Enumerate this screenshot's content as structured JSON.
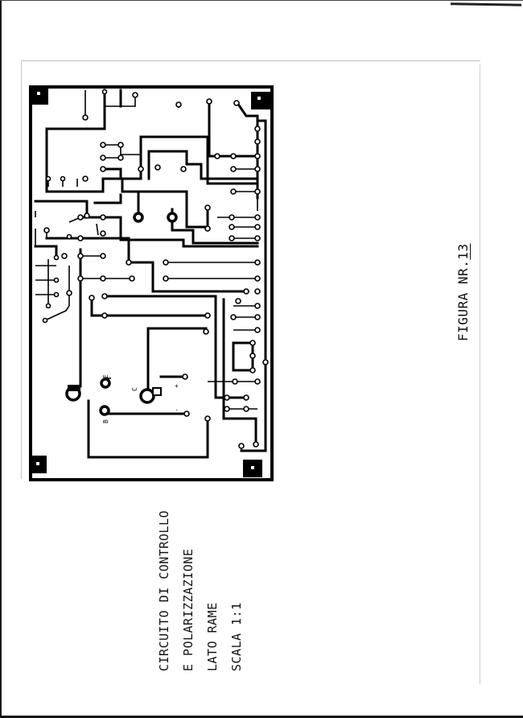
{
  "caption": {
    "line1": "CIRCUITO DI CONTROLLO",
    "line2": "E POLARIZZAZIONE",
    "line3": "LATO RAME",
    "line4": "SCALA 1:1"
  },
  "figure": {
    "prefix": "FIGURA NR.",
    "number": "13"
  },
  "board_labels": {
    "emitter": "E",
    "collector": "C",
    "base": "B",
    "plus": "+",
    "minus": "-"
  }
}
